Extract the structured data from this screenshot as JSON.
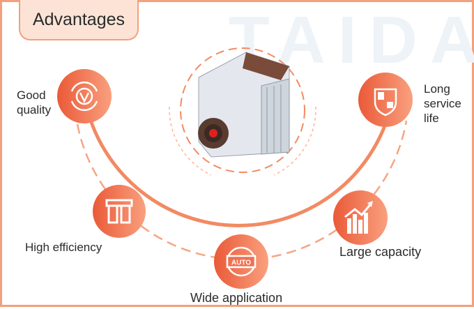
{
  "header": {
    "title": "Advantages"
  },
  "watermark": "TAIDA",
  "advantages": [
    {
      "label_lines": [
        "Good",
        "quality"
      ],
      "icon": "check-rotate-icon"
    },
    {
      "label": "High efficiency",
      "icon": "desk-icon"
    },
    {
      "label": "Wide application",
      "icon": "auto-icon",
      "icon_text": "AUTO"
    },
    {
      "label": "Large capacity",
      "icon": "growth-chart-icon"
    },
    {
      "label_lines": [
        "Long",
        "service",
        "life"
      ],
      "icon": "shield-icon"
    }
  ],
  "colors": {
    "accent": "#f06d47",
    "accent_light": "#f9a07e",
    "border": "#f3a07c",
    "title_bg": "#fde3d6"
  }
}
